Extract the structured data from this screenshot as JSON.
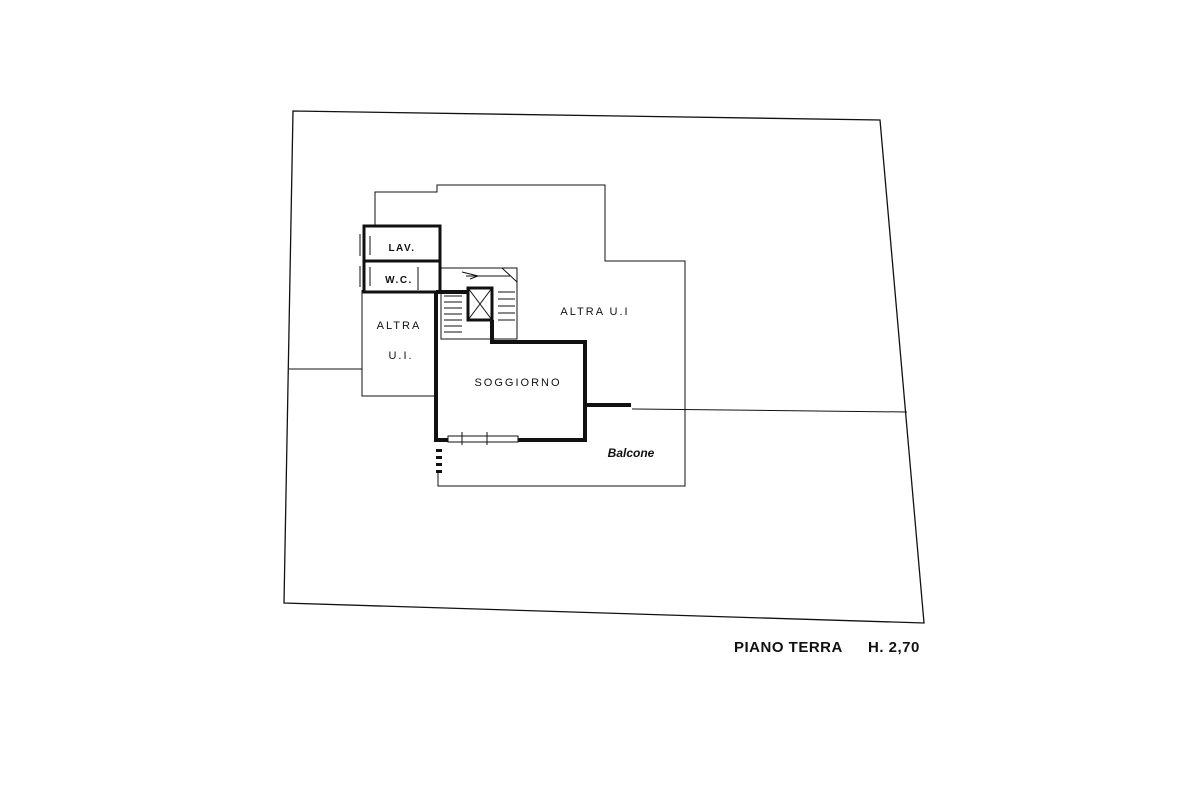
{
  "plan": {
    "rooms": {
      "lav": "LAV.",
      "wc": "W.C.",
      "altra_ui_left_line1": "ALTRA",
      "altra_ui_left_line2": "U.I.",
      "altra_ui_right": "ALTRA U.I",
      "soggiorno": "SOGGIORNO",
      "balcone": "Balcone"
    },
    "caption": {
      "floor": "PIANO TERRA",
      "height": "H. 2,70"
    }
  }
}
